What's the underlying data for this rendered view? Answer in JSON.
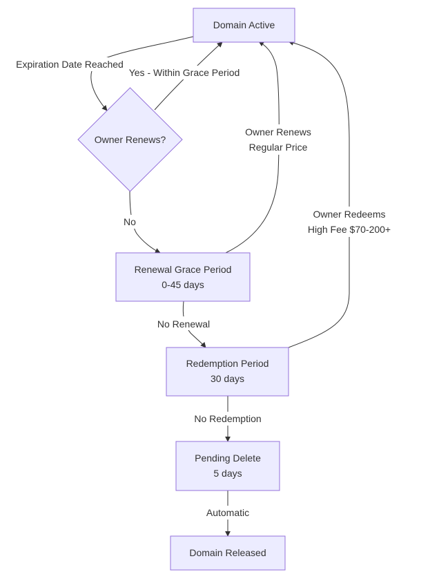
{
  "nodes": {
    "domain_active": [
      "Domain Active"
    ],
    "owner_renews": [
      "Owner Renews?"
    ],
    "grace_period": [
      "Renewal Grace Period",
      "0-45 days"
    ],
    "redemption": [
      "Redemption Period",
      "30 days"
    ],
    "pending_delete": [
      "Pending Delete",
      "5 days"
    ],
    "released": [
      "Domain Released"
    ]
  },
  "edges": {
    "expiration": [
      "Expiration Date Reached"
    ],
    "yes_grace": [
      "Yes - Within Grace Period"
    ],
    "no": [
      "No"
    ],
    "renews_regular": [
      "Owner Renews",
      "Regular Price"
    ],
    "redeems_fee": [
      "Owner Redeems",
      "High Fee $70-200+"
    ],
    "no_renewal": [
      "No Renewal"
    ],
    "no_redemption": [
      "No Redemption"
    ],
    "automatic": [
      "Automatic"
    ]
  }
}
